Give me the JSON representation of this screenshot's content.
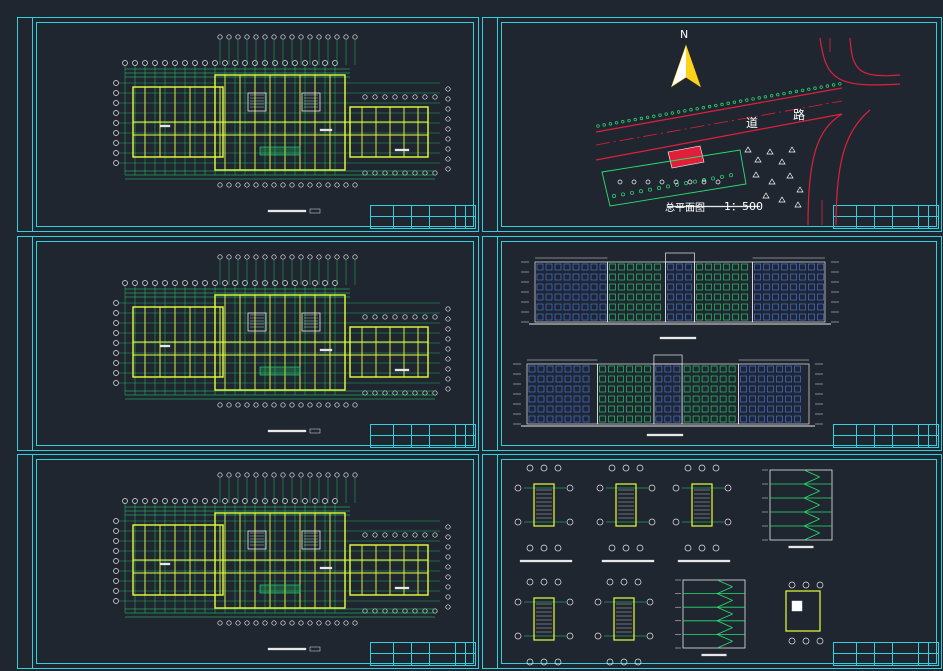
{
  "site_plan": {
    "north_label": "N",
    "road_label_1": "道",
    "road_label_2": "路",
    "caption": "总平面图",
    "scale": "1：500"
  },
  "colors": {
    "background": "#1f2630",
    "frame": "#2fd0e0",
    "wall": "#e8ff3a",
    "grid": "#28e070",
    "road": "#e0203a",
    "window": "#4a7cff",
    "text": "#e8e8e8",
    "accent": "#ffd21a"
  },
  "sheets": [
    {
      "id": "plan-1",
      "kind": "floor-plan"
    },
    {
      "id": "site-plan",
      "kind": "site-plan"
    },
    {
      "id": "plan-2",
      "kind": "floor-plan"
    },
    {
      "id": "elevations",
      "kind": "elevation"
    },
    {
      "id": "plan-3",
      "kind": "floor-plan"
    },
    {
      "id": "details",
      "kind": "stair-details"
    }
  ]
}
